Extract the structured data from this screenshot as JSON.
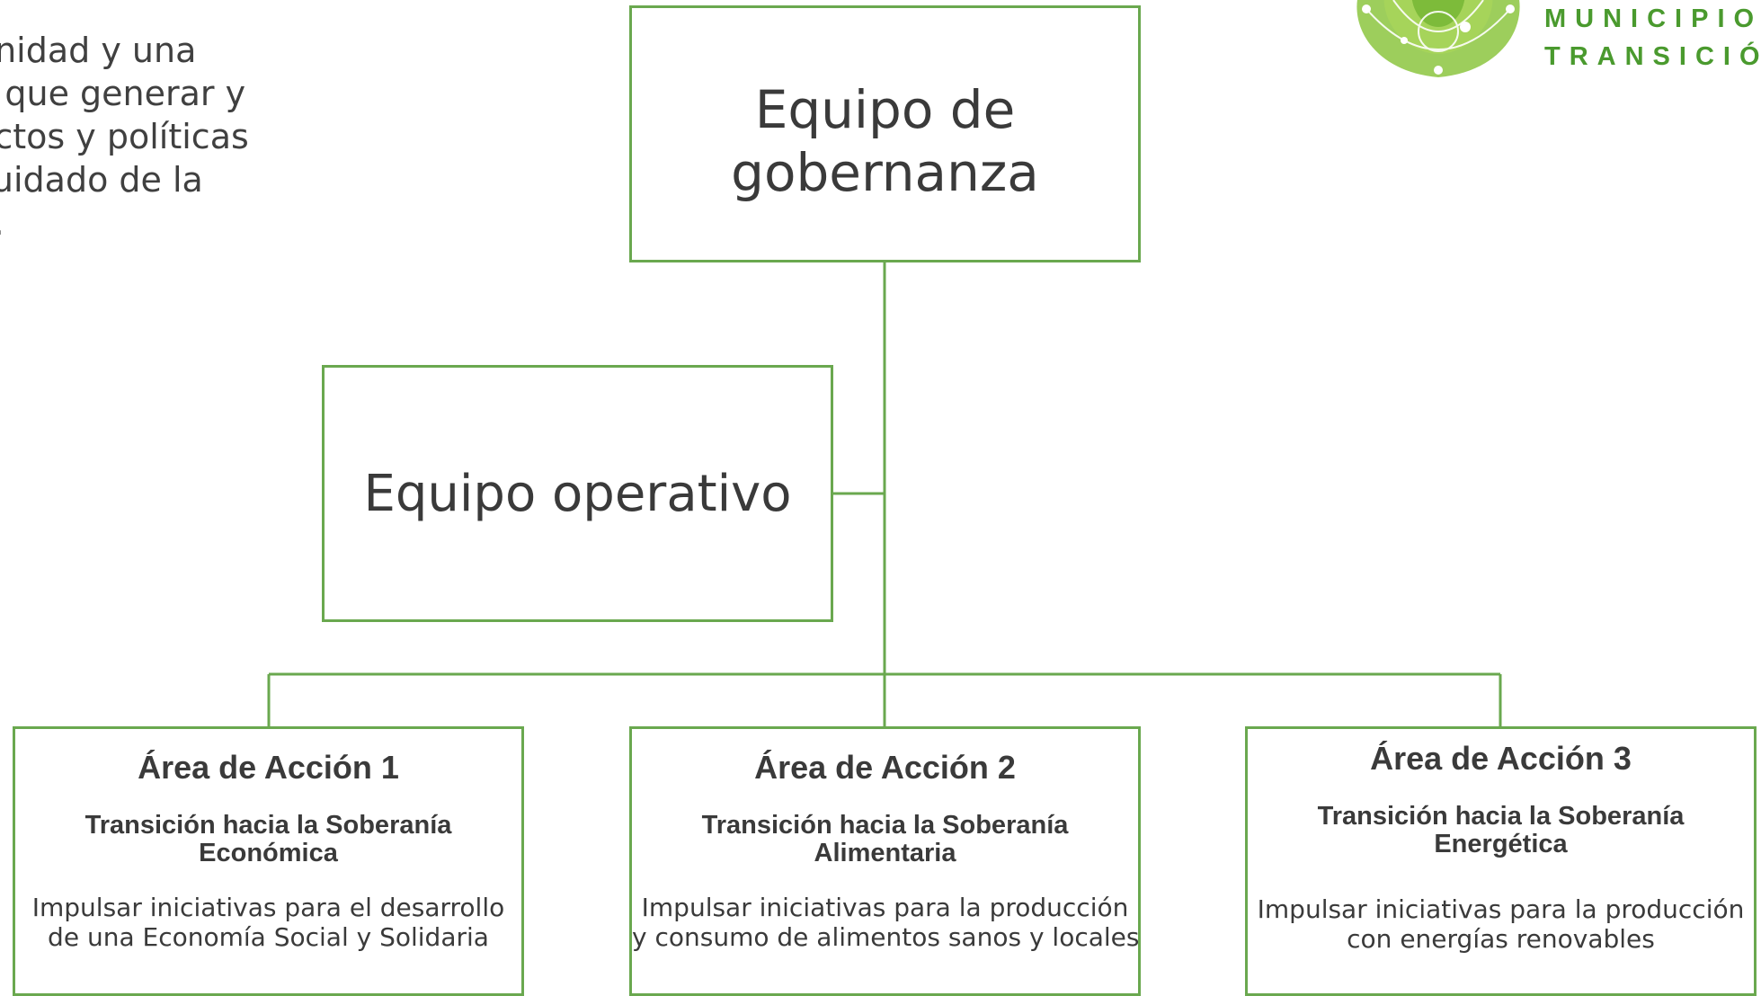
{
  "intro": {
    "lines": [
      "unidad y una",
      "a que generar y",
      "ectos y políticas",
      "cuidado de la",
      "o."
    ]
  },
  "logo": {
    "line1": "MUNICIPIO",
    "line2": "TRANSICIÓN"
  },
  "top_box": {
    "line1": "Equipo de",
    "line2": "gobernanza"
  },
  "operative_box": {
    "label": "Equipo operativo"
  },
  "areas": [
    {
      "title": "Área de Acción 1",
      "subtitle_line1": "Transición hacia la Soberanía",
      "subtitle_line2": "Económica",
      "desc_line1": "Impulsar iniciativas para el desarrollo",
      "desc_line2": "de una Economía Social y Solidaria"
    },
    {
      "title": "Área de Acción 2",
      "subtitle_line1": "Transición hacia la Soberanía",
      "subtitle_line2": "Alimentaria",
      "desc_line1": "Impulsar iniciativas para la producción",
      "desc_line2": "y consumo de alimentos sanos y locales"
    },
    {
      "title": "Área de Acción 3",
      "subtitle_line1": "Transición hacia la Soberanía",
      "subtitle_line2": "Energética",
      "desc_line1": "Impulsar iniciativas para la producción",
      "desc_line2": "con energías renovables"
    }
  ],
  "colors": {
    "accent": "#6aa84f",
    "logo_green": "#8cc63f",
    "text": "#3a3a3a"
  }
}
